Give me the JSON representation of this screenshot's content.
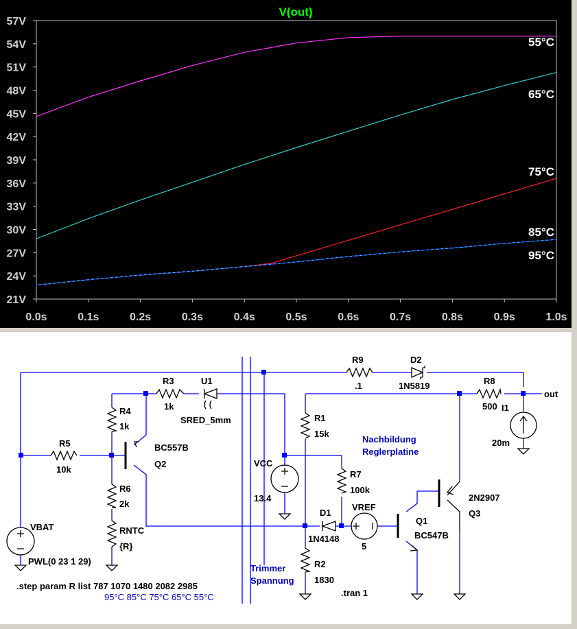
{
  "plot": {
    "title": "V(out)",
    "y_ticks": [
      "57V",
      "54V",
      "51V",
      "48V",
      "45V",
      "42V",
      "39V",
      "36V",
      "33V",
      "30V",
      "27V",
      "24V",
      "21V"
    ],
    "x_ticks": [
      "0.0s",
      "0.1s",
      "0.2s",
      "0.3s",
      "0.4s",
      "0.5s",
      "0.6s",
      "0.7s",
      "0.8s",
      "0.9s",
      "1.0s"
    ],
    "labels": [
      "55°C",
      "65°C",
      "75°C",
      "85°C",
      "95°C"
    ],
    "colors": {
      "background": "#000000",
      "axis": "#c0c0c0",
      "title": "#00ff00",
      "tick_text": "#d0d0d0",
      "trace_55": "#ff33ff",
      "trace_65": "#33cccc",
      "trace_75": "#ff2020",
      "trace_85": "#33dddd",
      "trace_95": "#2020ff"
    }
  },
  "chart_data": {
    "type": "line",
    "title": "V(out)",
    "xlabel": "",
    "ylabel": "",
    "xlim": [
      0,
      1.0
    ],
    "ylim": [
      21,
      57
    ],
    "x": [
      0.0,
      0.1,
      0.2,
      0.3,
      0.4,
      0.45,
      0.5,
      0.6,
      0.7,
      0.8,
      0.9,
      1.0
    ],
    "series": [
      {
        "name": "55°C",
        "values": [
          44.6,
          47.1,
          49.2,
          51.2,
          52.9,
          53.5,
          54.1,
          54.8,
          55.0,
          55.0,
          55.0,
          55.0
        ]
      },
      {
        "name": "65°C",
        "values": [
          28.8,
          31.4,
          33.8,
          36.1,
          38.4,
          39.5,
          40.6,
          42.7,
          44.8,
          46.8,
          48.6,
          50.3
        ]
      },
      {
        "name": "75°C",
        "values": [
          22.8,
          23.5,
          24.1,
          24.6,
          25.2,
          25.6,
          26.6,
          28.6,
          30.6,
          32.6,
          34.6,
          36.6
        ]
      },
      {
        "name": "85°C",
        "values": [
          22.8,
          23.5,
          24.1,
          24.6,
          25.2,
          25.5,
          25.8,
          26.5,
          27.1,
          27.6,
          28.2,
          28.7
        ]
      },
      {
        "name": "95°C",
        "values": [
          22.8,
          23.5,
          24.1,
          24.6,
          25.2,
          25.5,
          25.8,
          26.5,
          27.1,
          27.6,
          28.2,
          28.7
        ]
      }
    ]
  },
  "schematic": {
    "R9": {
      "name": "R9",
      "value": ".1"
    },
    "D2": {
      "name": "D2",
      "value": "1N5819"
    },
    "R3": {
      "name": "R3",
      "value": "1k"
    },
    "U1": {
      "name": "U1",
      "value": "SRED_5mm"
    },
    "R8": {
      "name": "R8",
      "value": "500"
    },
    "I1": {
      "name": "I1",
      "value": "20m"
    },
    "out_label": "out",
    "R4": {
      "name": "R4",
      "value": "1k"
    },
    "R1": {
      "name": "R1",
      "value": "15k"
    },
    "Q2": {
      "name": "Q2",
      "value": "BC557B"
    },
    "R5": {
      "name": "R5",
      "value": "10k"
    },
    "R6": {
      "name": "R6",
      "value": "2k"
    },
    "RNTC": {
      "name": "RNTC",
      "value": "{R}"
    },
    "VCC": {
      "name": "VCC",
      "value": "13.4"
    },
    "R7": {
      "name": "R7",
      "value": "100k"
    },
    "VREF": {
      "name": "VREF",
      "value": "5"
    },
    "D1": {
      "name": "D1",
      "value": "1N4148"
    },
    "Q1": {
      "name": "Q1",
      "value": "BC547B"
    },
    "Q3": {
      "name": "Q3",
      "value": "2N2907"
    },
    "R2": {
      "name": "R2",
      "value": "1830"
    },
    "VBAT": {
      "name": "VBAT",
      "value": "PWL(0 23 1 29)"
    },
    "comment_right": [
      "Nachbildung",
      "Reglerplatine"
    ],
    "comment_mid": [
      "Trimmer",
      "Spannung"
    ],
    "step_directive": ".step param R list 787 1070 1480 2082 2985",
    "temps_comment": "95°C 85°C 75°C 65°C 55°C",
    "tran_directive": ".tran 1",
    "colors": {
      "wire": "#0000ff",
      "component": "#000000",
      "comment": "#0000c0",
      "junction": "#0000ff",
      "background": "#ffffff"
    }
  }
}
